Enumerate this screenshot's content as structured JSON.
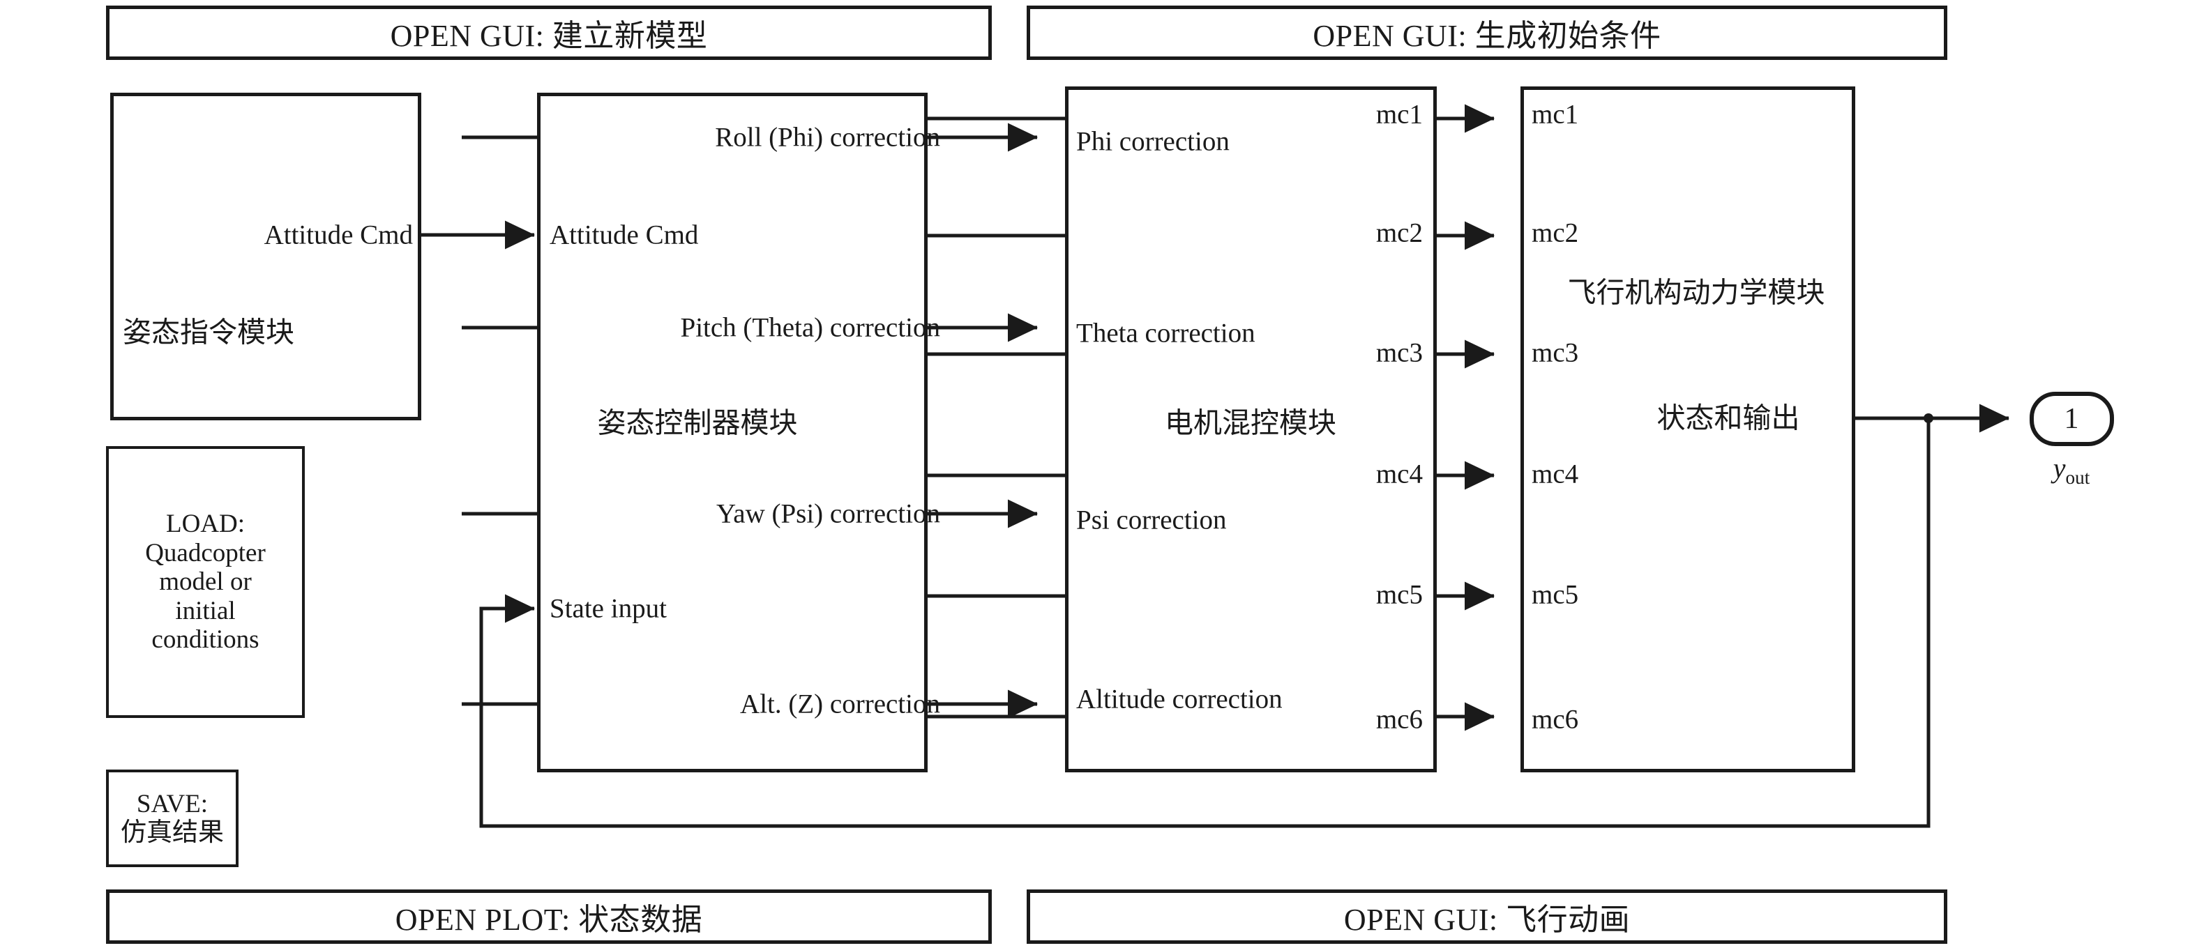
{
  "banners": {
    "top_left": "OPEN GUI: 建立新模型",
    "top_right": "OPEN GUI: 生成初始条件",
    "bottom_left": "OPEN PLOT: 状态数据",
    "bottom_right": "OPEN GUI: 飞行动画"
  },
  "side_tags": {
    "load": "LOAD:\nQuadcopter\nmodel or\ninitial\nconditions",
    "save": "SAVE:\n仿真结果"
  },
  "blocks": {
    "attitude_cmd": {
      "port_out": "Attitude Cmd",
      "name_cn": "姿态指令模块"
    },
    "attitude_controller": {
      "name_cn": "姿态控制器模块",
      "inputs": [
        "Attitude Cmd",
        "State input"
      ],
      "outputs": [
        "Roll (Phi) correction",
        "Pitch (Theta) correction",
        "Yaw (Psi) correction",
        "Alt. (Z) correction"
      ]
    },
    "motor_mixer": {
      "name_cn": "电机混控模块",
      "inputs": [
        "Phi correction",
        "Theta correction",
        "Psi correction",
        "Altitude correction"
      ],
      "outputs": [
        "mc1",
        "mc2",
        "mc3",
        "mc4",
        "mc5",
        "mc6"
      ]
    },
    "airframe_dynamics": {
      "name_cn": "飞行机构动力学模块",
      "output_cn": "状态和输出",
      "inputs": [
        "mc1",
        "mc2",
        "mc3",
        "mc4",
        "mc5",
        "mc6"
      ]
    },
    "output_port": {
      "number": "1",
      "label": "y",
      "label_sub": "out"
    }
  },
  "colors": {
    "stroke": "#1a1a1a",
    "background": "#ffffff"
  }
}
